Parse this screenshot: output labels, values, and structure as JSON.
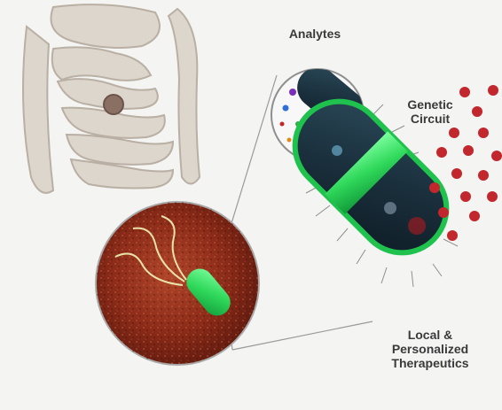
{
  "labels": {
    "analytes": "Analytes",
    "genetic_circuit": [
      "Genetic",
      "Circuit"
    ],
    "therapeutics": [
      "Local &",
      "Personalized",
      "Therapeutics"
    ]
  },
  "colors": {
    "background": "#f4f4f2",
    "intestine": "#ddd6cd",
    "tissue": "#8a2a18",
    "bacterium": "#2fd85a",
    "therapeutic_dots": "#c1272d",
    "label_text": "#3a3a3a"
  }
}
